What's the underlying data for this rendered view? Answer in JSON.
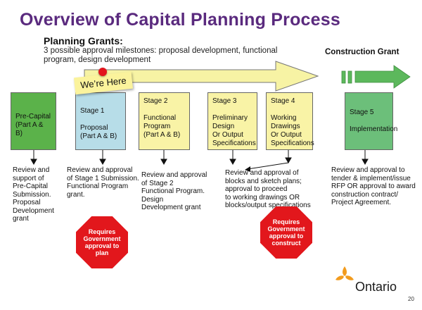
{
  "title": "Overview of Capital Planning Process",
  "planning_grants": {
    "title": "Planning Grants:",
    "subtitle": "3 possible approval milestones: proposal development, functional program, design development"
  },
  "construction_grant": {
    "title": "Construction Grant"
  },
  "sticky_note": "We’re Here",
  "stages": [
    {
      "label": "Pre-Capital\n(Part A & B)",
      "color": "#5bb24a"
    },
    {
      "label": "Stage 1\n\nProposal\n(Part A & B)",
      "color": "#b7dde8"
    },
    {
      "label": "Stage 2\n\nFunctional\nProgram\n(Part A & B)",
      "color": "#f9f3a6"
    },
    {
      "label": "Stage 3\n\nPreliminary\nDesign\nOr Output\nSpecifications",
      "color": "#f9f3a6"
    },
    {
      "label": "Stage 4\n\nWorking\nDrawings\nOr Output\nSpecifications",
      "color": "#f9f3a6"
    },
    {
      "label": "Stage 5\n\nImplementation",
      "color": "#6cbf7a"
    }
  ],
  "descriptions": [
    "Review and\nsupport of\nPre-Capital\nSubmission.\nProposal\nDevelopment\ngrant",
    "Review and approval\nof Stage 1 Submission.\nFunctional Program\ngrant.",
    "Review and approval\nof Stage 2\nFunctional Program.\nDesign\nDevelopment grant",
    "Review and approval of\nblocks and sketch plans;\napproval to proceed\nto working drawings OR\nblocks/output specifications",
    "Review and approval to\ntender & implement/issue\nRFP OR approval to award\nconstruction contract/\nProject Agreement."
  ],
  "stop_signs": [
    "Requires\nGovernment\napproval to plan",
    "Requires\nGovernment\napproval to\nconstruct"
  ],
  "brand": "Ontario",
  "page_number": "20",
  "colors": {
    "title": "#5a2a7e",
    "arrow_yellow": "#f7f3a4",
    "arrow_green": "#5cb85c",
    "stop_red": "#e2171c",
    "logo_orange": "#f29b1d"
  }
}
